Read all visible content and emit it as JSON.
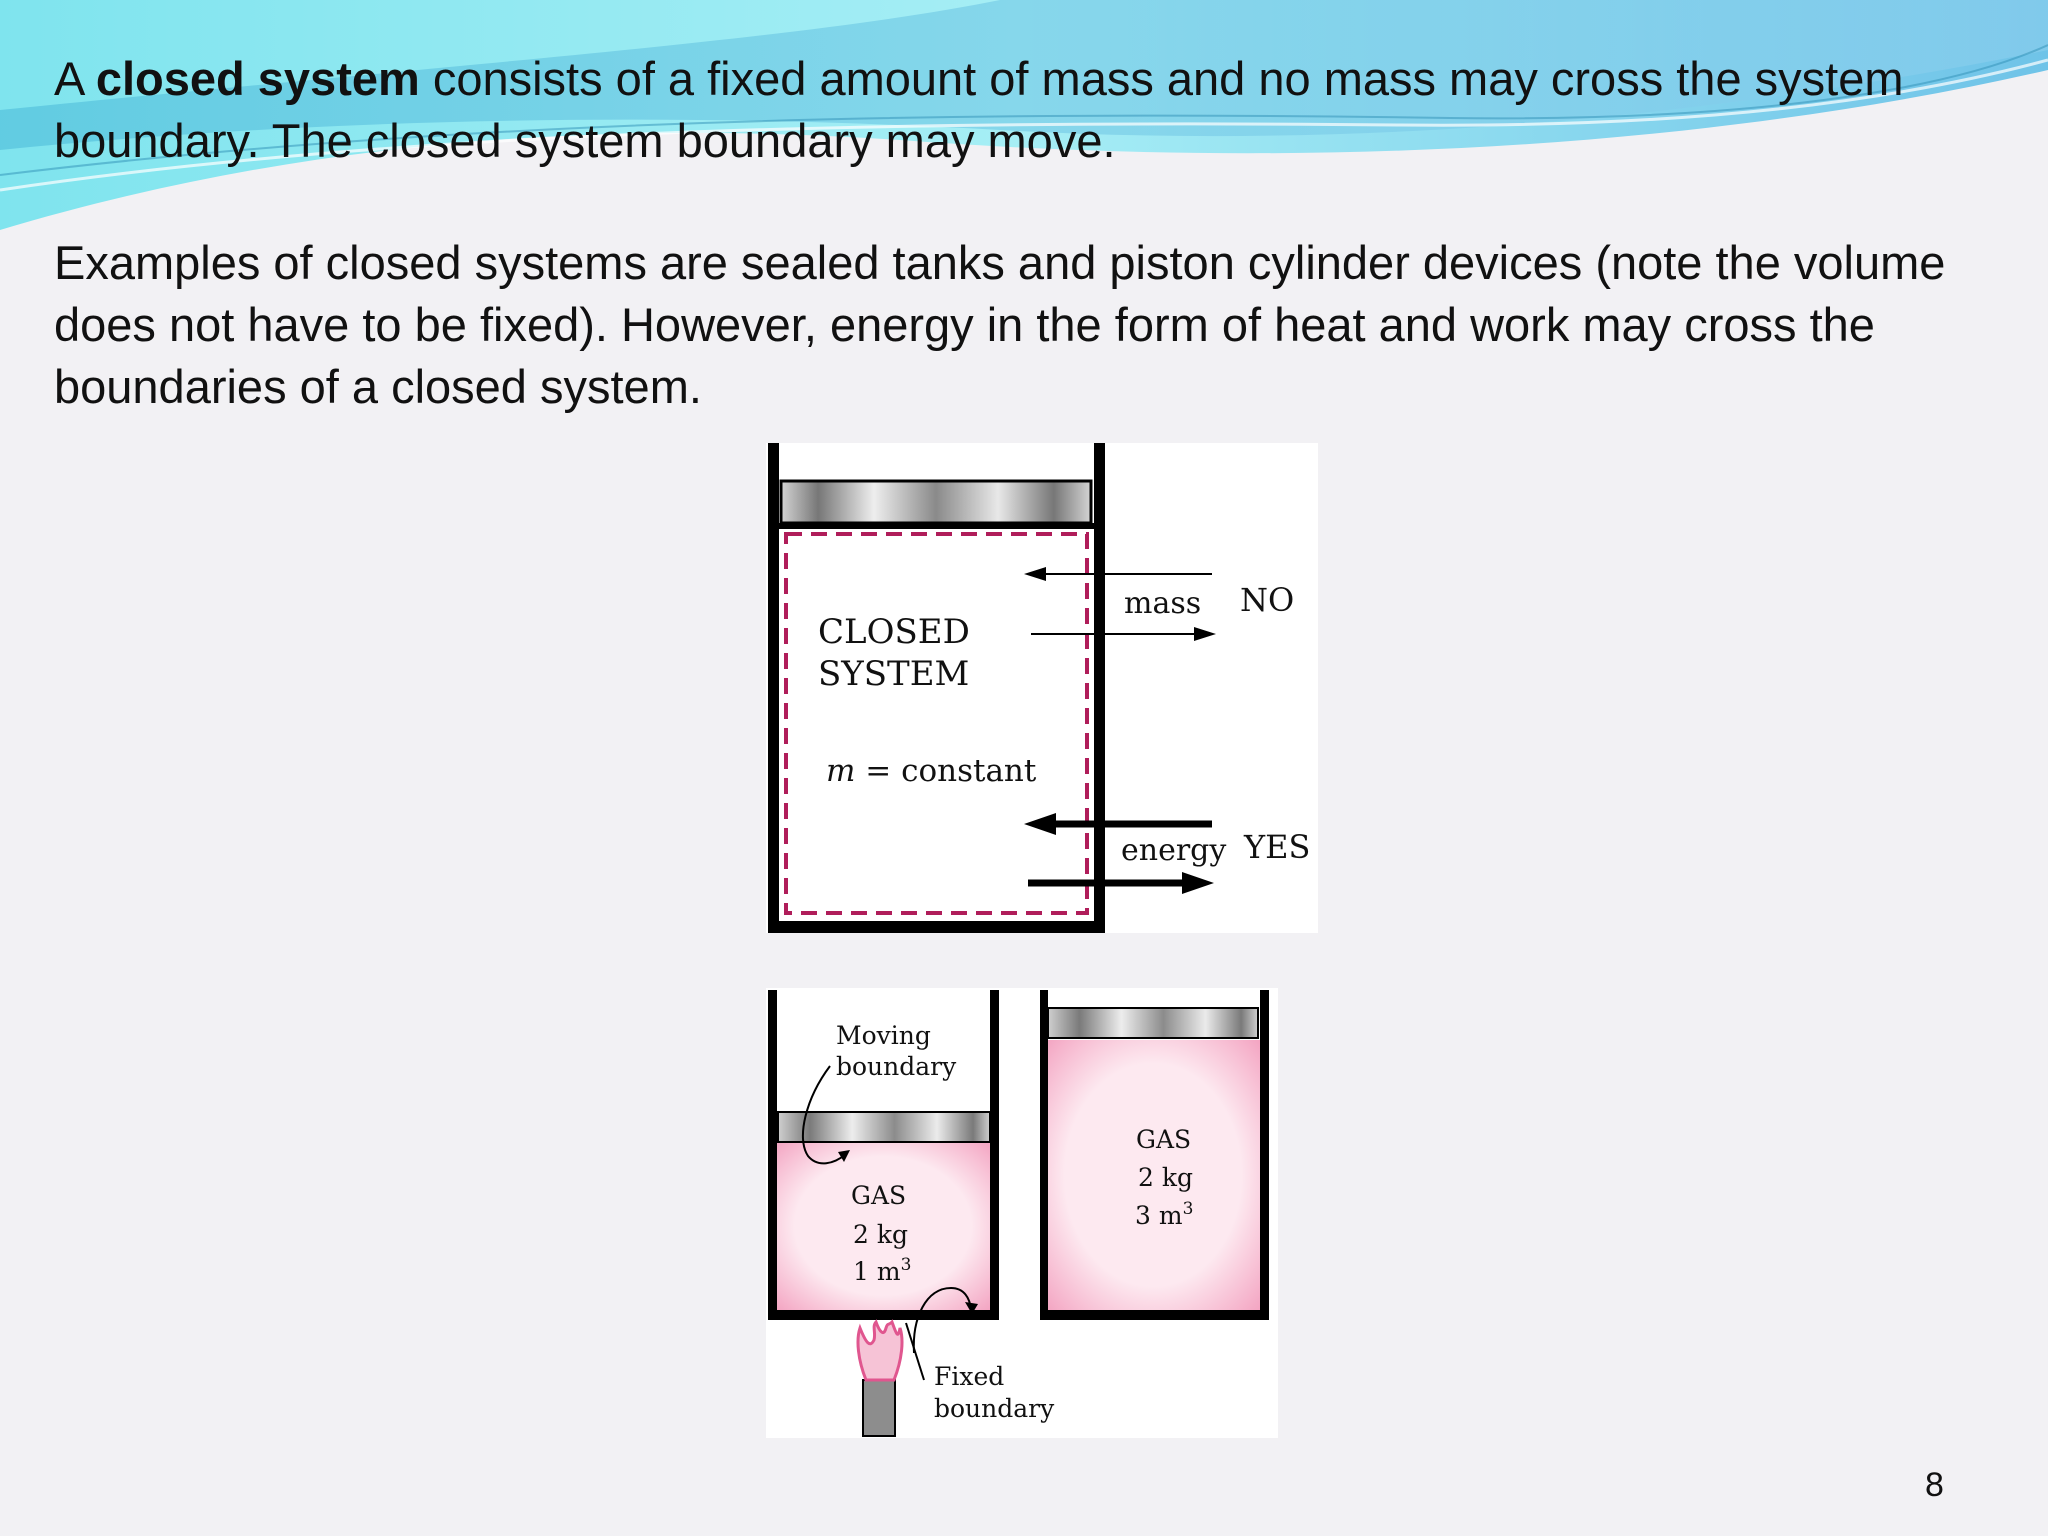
{
  "paragraphs": {
    "p1_prefix": "A ",
    "p1_bold": "closed system",
    "p1_rest": " consists of a fixed amount of mass and no mass may cross the system boundary.  The closed system boundary may move.",
    "p2": "Examples of closed systems are sealed tanks and piston cylinder devices (note the volume does not have to be fixed).  However, energy in the form of heat and work may cross the boundaries of a closed system."
  },
  "figure_closed": {
    "label_line1": "CLOSED",
    "label_line2": "SYSTEM",
    "mass_constant_var": "m",
    "mass_constant_rest": " = constant",
    "mass_label": "mass",
    "mass_answer": "NO",
    "energy_label": "energy",
    "energy_answer": "YES"
  },
  "figure_piston": {
    "moving_line1": "Moving",
    "moving_line2": "boundary",
    "fixed_line1": "Fixed",
    "fixed_line2": "boundary",
    "left_gas": "GAS",
    "left_mass": "2 kg",
    "left_volume": "1 m",
    "left_volume_exp": "3",
    "right_gas": "GAS",
    "right_mass": "2 kg",
    "right_volume": "3 m",
    "right_volume_exp": "3"
  },
  "page_number": "8",
  "colors": {
    "boundary_dashed": "#b01d5a",
    "gas_fill": "#f9c8d8",
    "wave_light": "#a8ecf4",
    "wave_dark": "#4fb5dc"
  }
}
